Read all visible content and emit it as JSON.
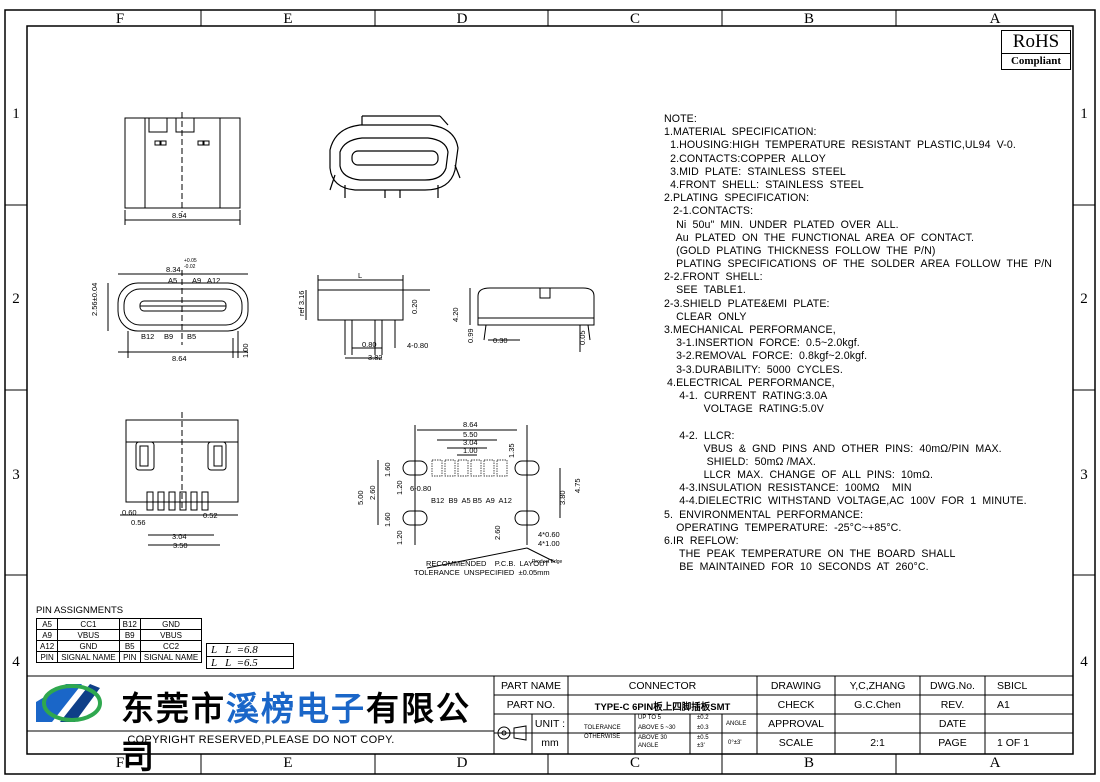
{
  "zones": {
    "columns": [
      "F",
      "E",
      "D",
      "C",
      "B",
      "A"
    ],
    "rows": [
      "1",
      "2",
      "3",
      "4"
    ]
  },
  "rohs": {
    "line1": "RoHS",
    "line2": "Compliant"
  },
  "notes": [
    "NOTE:",
    "1.MATERIAL  SPECIFICATION:",
    "  1.HOUSING:HIGH  TEMPERATURE  RESISTANT  PLASTIC,UL94  V-0.",
    "  2.CONTACTS:COPPER  ALLOY",
    "  3.MID  PLATE:  STAINLESS  STEEL",
    "  4.FRONT  SHELL:  STAINLESS  STEEL",
    "2.PLATING  SPECIFICATION:",
    "   2-1.CONTACTS:",
    "    Ni  50u\"  MIN.  UNDER  PLATED  OVER  ALL.",
    "    Au  PLATED  ON  THE  FUNCTIONAL  AREA  OF  CONTACT.",
    "    (GOLD  PLATING  THICKNESS  FOLLOW  THE  P/N)",
    "    PLATING  SPECIFICATIONS  OF  THE  SOLDER  AREA  FOLLOW  THE  P/N",
    "2-2.FRONT  SHELL:",
    "    SEE  TABLE1.",
    "2-3.SHIELD  PLATE&EMI  PLATE:",
    "    CLEAR  ONLY",
    "3.MECHANICAL  PERFORMANCE,",
    "    3-1.INSERTION  FORCE:  0.5~2.0kgf.",
    "    3-2.REMOVAL  FORCE:  0.8kgf~2.0kgf.",
    "    3-3.DURABILITY:  5000  CYCLES.",
    " 4.ELECTRICAL  PERFORMANCE,",
    "     4-1.  CURRENT  RATING:3.0A",
    "             VOLTAGE  RATING:5.0V",
    "",
    "     4-2.  LLCR:",
    "             VBUS  &  GND  PINS  AND  OTHER  PINS:  40mΩ/PIN  MAX.",
    "              SHIELD:  50mΩ /MAX.",
    "             LLCR  MAX.  CHANGE  OF  ALL  PINS:  10mΩ.",
    "     4-3.INSULATION  RESISTANCE:  100MΩ    MIN",
    "     4-4.DIELECTRIC  WITHSTAND  VOLTAGE,AC  100V  FOR  1  MINUTE.",
    "5.  ENVIRONMENTAL  PERFORMANCE:",
    "    OPERATING  TEMPERATURE:  -25°C~+85°C.",
    "6.IR  REFLOW:",
    "     THE  PEAK  TEMPERATURE  ON  THE  BOARD  SHALL",
    "     BE  MAINTAINED  FOR  10  SECONDS  AT  260°C."
  ],
  "dims": {
    "top_width": "8.94",
    "front_width": "8.34",
    "front_tol_plus": "+0.05",
    "front_tol_minus": "-0.02",
    "front_height": "2.56±0.04",
    "front_a5": "A5",
    "front_a9": "A9",
    "front_a12": "A12",
    "front_b12": "B12",
    "front_b9": "B9",
    "front_b5": "B5",
    "front_bottom": "8.64",
    "front_side": "1.00",
    "side_L": "L",
    "side_ref": "ref 3.16",
    "side_020": "0.20",
    "side_080": "0.80",
    "side_4080": "4-0.80",
    "side_382": "3.82",
    "rear_420": "4.20",
    "rear_099": "0.99",
    "rear_030": "0.30",
    "rear_005": "0.05",
    "bot_060": "0.60",
    "bot_056": "0.56",
    "bot_052": "0.52",
    "bot_304": "3.04",
    "bot_350": "3.50",
    "pcb_864": "8.64",
    "pcb_550": "5.50",
    "pcb_304": "3.04",
    "pcb_100": "1.00",
    "pcb_135": "1.35",
    "pcb_500": "5.00",
    "pcb_260": "2.60",
    "pcb_160": "1.60",
    "pcb_120": "1.20",
    "pcb_6080": "6-0.80",
    "pcb_380": "3.80",
    "pcb_475": "4.75",
    "pcb_260b": "2.60",
    "pcb_160b": "1.60",
    "pcb_120b": "1.20",
    "pcb_4060": "4*0.60",
    "pcb_4100": "4*1.00",
    "pcb_pins": "B12  B9  A5 B5  A9  A12",
    "pcb_title": "RECOMMENDED    P.C.B.  LAYOUT",
    "pcb_tol": "TOLERANCE  UNSPECIFIED  ±0.05mm",
    "pcb_edge": "Product Edge"
  },
  "pin_assignments": {
    "title": "PIN  ASSIGNMENTS",
    "rows": [
      [
        "A5",
        "CC1",
        "B12",
        "GND"
      ],
      [
        "A9",
        "VBUS",
        "B9",
        "VBUS"
      ],
      [
        "A12",
        "GND",
        "B5",
        "CC2"
      ],
      [
        "PIN",
        "SIGNAL NAME",
        "PIN",
        "SIGNAL NAME"
      ]
    ]
  },
  "lengths": [
    "L   L  =6.8",
    "L   L  =6.5"
  ],
  "company": {
    "name_part1": "东莞市",
    "name_part2": "溪榜电子",
    "name_part3": "有限公司",
    "copyright": "COPYRIGHT  RESERVED,PLEASE  DO  NOT  COPY."
  },
  "title_block": {
    "part_name_label": "PART  NAME",
    "part_name": "CONNECTOR",
    "part_no_label": "PART  NO.",
    "part_no": "TYPE-C  6PIN板上四脚插板SMT",
    "unit_label": "UNIT :",
    "unit": "mm",
    "tolerance_label": "TOLERANCE",
    "otherwise_label": "OTHERWISE",
    "up_to": "UP  TO  5",
    "above5": "ABOVE  5 ~30",
    "above30": "ABOVE  30",
    "angle_small": "ANGLE",
    "tol1": "±0.2",
    "tol2": "±0.3",
    "tol3": "±0.5",
    "tol4": "±3'",
    "angle_label": "ANGLE",
    "angle_tol": "0°±3'",
    "drawing_label": "DRAWING",
    "drawing": "Y,C,ZHANG",
    "check_label": "CHECK",
    "check": "G.C.Chen",
    "approval_label": "APPROVAL",
    "approval": "",
    "scale_label": "SCALE",
    "scale": "2:1",
    "dwg_label": "DWG.No.",
    "dwg": "SBICL",
    "rev_label": "REV.",
    "rev": "A1",
    "date_label": "DATE",
    "date": "",
    "page_label": "PAGE",
    "page": "1  OF  1"
  }
}
